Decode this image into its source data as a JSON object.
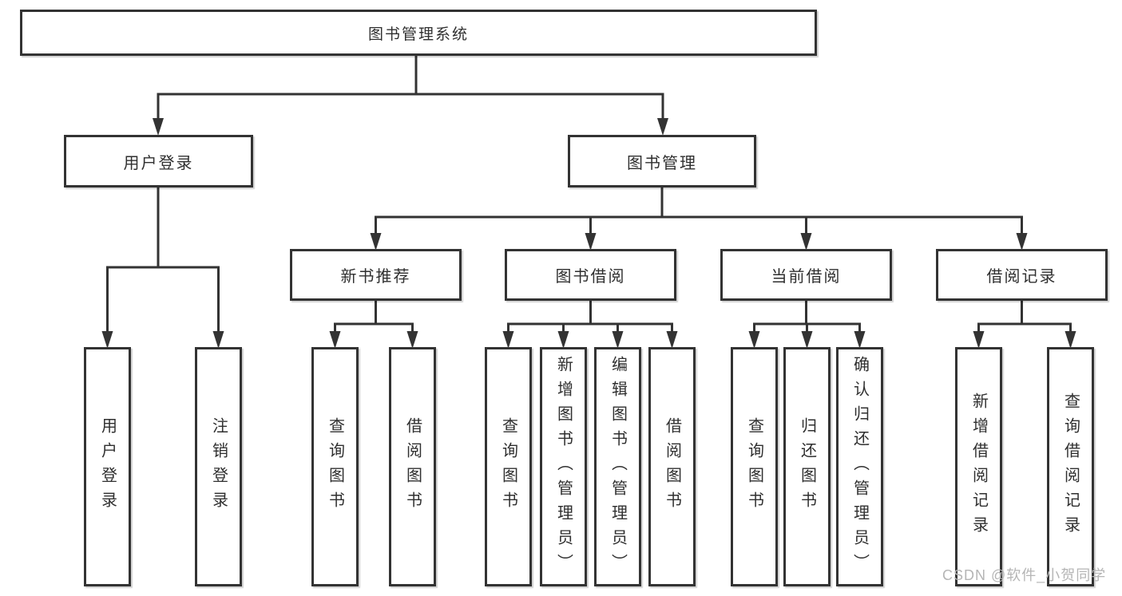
{
  "colors": {
    "background": "#ffffff",
    "line": "#333333",
    "text": "#2f2f2f",
    "watermark": "#b5b5b5"
  },
  "tree": {
    "root": "图书管理系统",
    "branches": [
      {
        "label": "用户登录",
        "children": [
          "用户登录",
          "注销登录"
        ]
      },
      {
        "label": "图书管理",
        "sections": [
          {
            "label": "新书推荐",
            "children": [
              "查询图书",
              "借阅图书"
            ]
          },
          {
            "label": "图书借阅",
            "children": [
              "查询图书",
              "新增图书（管理员）",
              "编辑图书（管理员）",
              "借阅图书"
            ]
          },
          {
            "label": "当前借阅",
            "children": [
              "查询图书",
              "归还图书",
              "确认归还（管理员）"
            ]
          },
          {
            "label": "借阅记录",
            "children": [
              "新增借阅记录",
              "查询借阅记录"
            ]
          }
        ]
      }
    ]
  },
  "watermark": {
    "text": "CSDN @软件_小贺同学"
  }
}
